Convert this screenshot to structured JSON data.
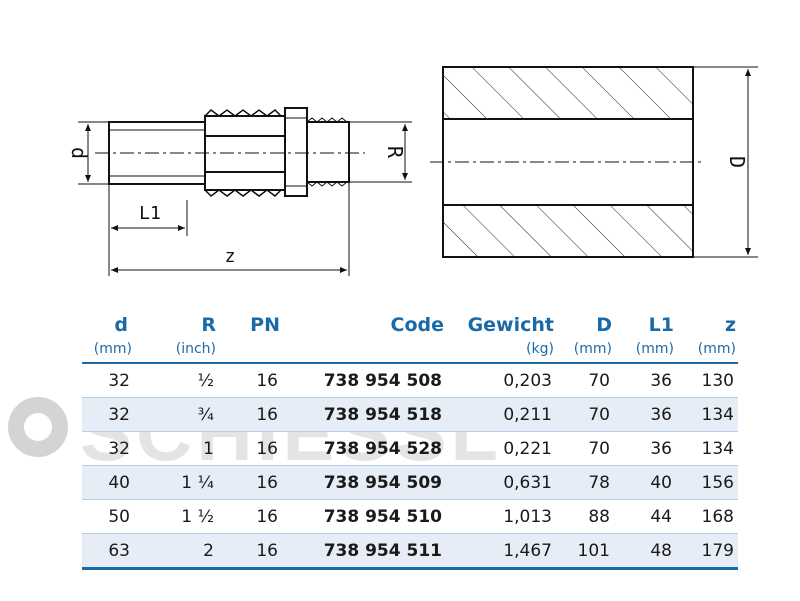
{
  "drawing": {
    "labels": {
      "d": "d",
      "L1": "L1",
      "z": "z",
      "R": "R",
      "D": "D"
    }
  },
  "watermark": {
    "text": "SCHIESSL"
  },
  "table": {
    "headers": [
      "d",
      "R",
      "PN",
      "Code",
      "Gewicht",
      "D",
      "L1",
      "z"
    ],
    "units": [
      "(mm)",
      "(inch)",
      "",
      "",
      "(kg)",
      "(mm)",
      "(mm)",
      "(mm)"
    ],
    "rows": [
      [
        "32",
        "½",
        "16",
        "738 954 508",
        "0,203",
        "70",
        "36",
        "130"
      ],
      [
        "32",
        "¾",
        "16",
        "738 954 518",
        "0,211",
        "70",
        "36",
        "134"
      ],
      [
        "32",
        "1",
        "16",
        "738 954 528",
        "0,221",
        "70",
        "36",
        "134"
      ],
      [
        "40",
        "1 ¼",
        "16",
        "738 954 509",
        "0,631",
        "78",
        "40",
        "156"
      ],
      [
        "50",
        "1 ½",
        "16",
        "738 954 510",
        "1,013",
        "88",
        "44",
        "168"
      ],
      [
        "63",
        "2",
        "16",
        "738 954 511",
        "1,467",
        "101",
        "48",
        "179"
      ]
    ]
  },
  "colors": {
    "accent": "#1b6aa8",
    "row_alt": "#e6edf7",
    "line": "#1a1a1a"
  }
}
